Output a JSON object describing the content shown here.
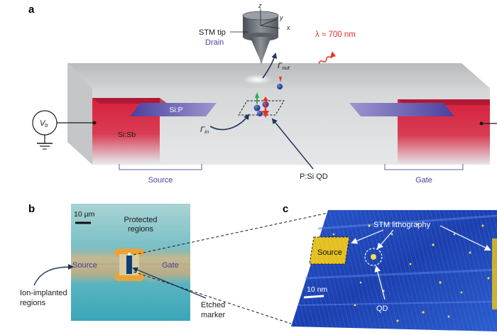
{
  "panels": {
    "a": {
      "letter": "a",
      "stm_tip": "STM tip",
      "drain": "Drain",
      "wavelength": "λ ≈ 700 nm",
      "axis_z": "z",
      "axis_y": "y",
      "axis_x": "x",
      "gamma_out": "Γ",
      "gamma_out_sub": "out",
      "gamma_in": "Γ",
      "gamma_in_sub": "in",
      "si_p": "Si:P",
      "si_sb": "Si:Sb",
      "vb": "V",
      "vb_sub": "b",
      "source": "Source",
      "gate": "Gate",
      "psi_qd": "P:Si QD"
    },
    "b": {
      "letter": "b",
      "scale_bar": "10 µm",
      "protected_regions_1": "Protected",
      "protected_regions_2": "regions",
      "source": "Source",
      "gate": "Gate",
      "ion_implanted_1": "Ion-implanted",
      "ion_implanted_2": "regions",
      "etched_marker_1": "Etched",
      "etched_marker_2": "marker"
    },
    "c": {
      "letter": "c",
      "stm_lithography": "STM lithography",
      "source": "Source",
      "qd": "QD",
      "scale_bar": "10 nm"
    }
  },
  "colors": {
    "photon_red": "#e53325",
    "implant_red": "#d8203c",
    "si_p_blue": "#4a3f9e",
    "label_purple": "#4b3e9a",
    "arrow_navy": "#1d3557",
    "stm_blue": "#1e3fa8",
    "stm_yellow": "#e8c21e"
  }
}
